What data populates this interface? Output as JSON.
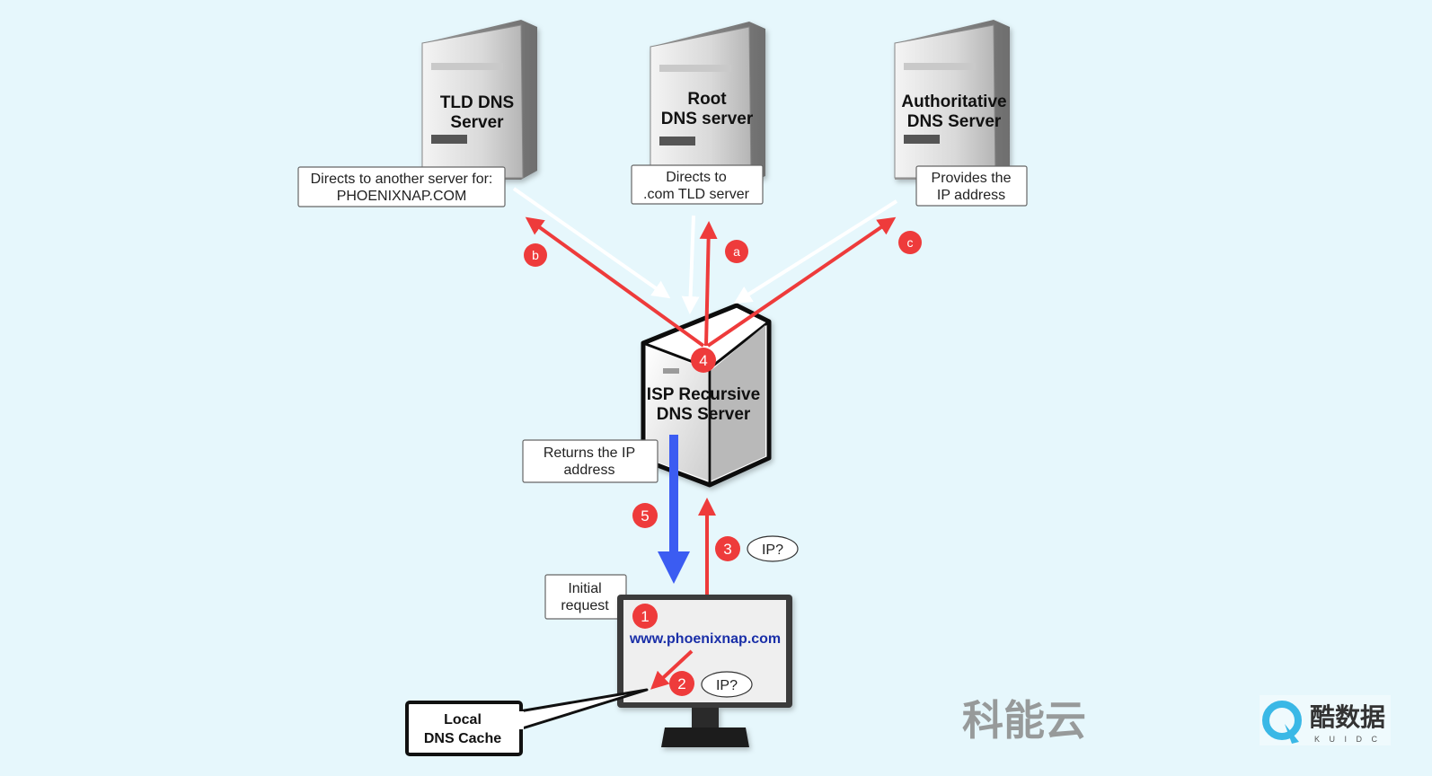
{
  "servers": {
    "tld": {
      "line1": "TLD DNS",
      "line2": "Server"
    },
    "root": {
      "line1": "Root",
      "line2": "DNS server"
    },
    "auth": {
      "line1": "Authoritative",
      "line2": "DNS Server"
    },
    "isp": {
      "line1": "ISP Recursive",
      "line2": "DNS Server"
    }
  },
  "notes": {
    "tld": {
      "line1": "Directs to another server for:",
      "line2": "PHOENIXNAP.COM"
    },
    "root": {
      "line1": "Directs to",
      "line2": ".com TLD server"
    },
    "auth": {
      "line1": "Provides the",
      "line2": "IP address"
    },
    "returns": {
      "line1": "Returns the IP",
      "line2": "address"
    },
    "initial": {
      "line1": "Initial",
      "line2": "request"
    }
  },
  "steps": {
    "a": "a",
    "b": "b",
    "c": "c",
    "s1": "1",
    "s2": "2",
    "s3": "3",
    "s4": "4",
    "s5": "5"
  },
  "queries": {
    "q3": "IP?",
    "q2": "IP?"
  },
  "computer": {
    "url": "www.phoenixnap.com"
  },
  "cache": {
    "line1": "Local",
    "line2": "DNS Cache"
  },
  "watermarks": {
    "center": "科能云",
    "right_main": "酷数据",
    "right_sub": "K U I D C"
  },
  "colors": {
    "background": "#e6f7fc",
    "red": "#ee3b3b",
    "blue": "#3b5cf2",
    "url": "#1a2fa8"
  }
}
